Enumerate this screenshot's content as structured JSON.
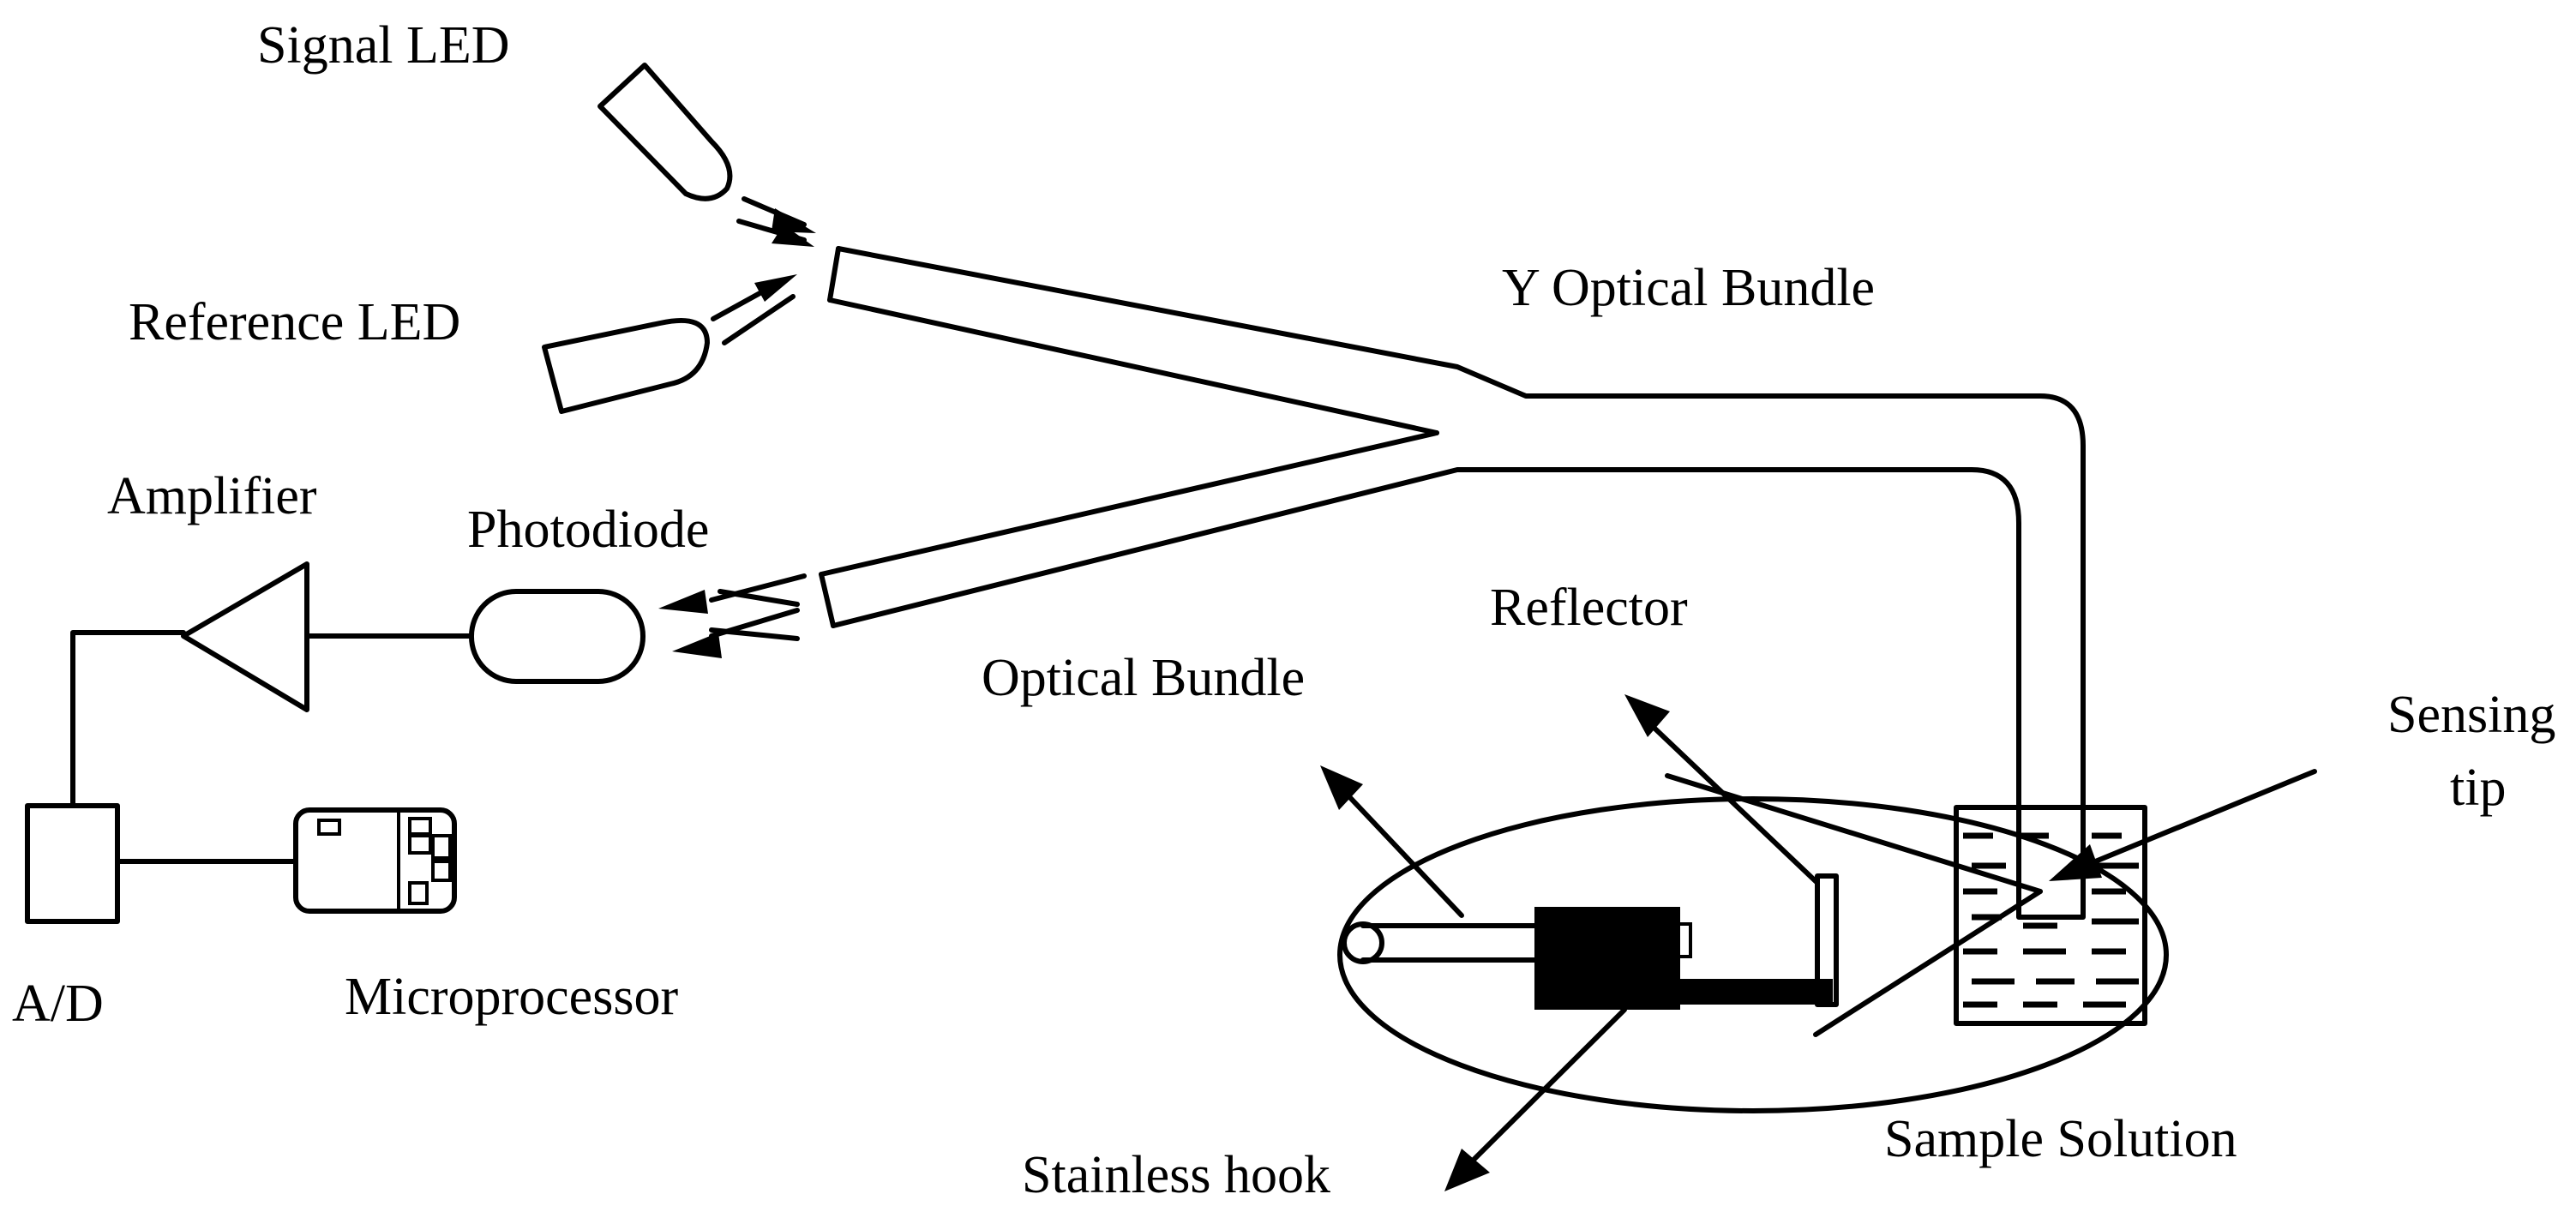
{
  "labels": {
    "signal_led": "Signal LED",
    "reference_led": "Reference LED",
    "y_optical_bundle": "Y Optical Bundle",
    "amplifier": "Amplifier",
    "photodiode": "Photodiode",
    "reflector": "Reflector",
    "optical_bundle": "Optical Bundle",
    "sensing_tip": [
      "Sensing",
      "tip"
    ],
    "ad": "A/D",
    "microprocessor": "Microprocessor",
    "sample_solution": "Sample Solution",
    "stainless_hook": "Stainless hook"
  },
  "colors": {
    "line": "#000000",
    "background": "#ffffff"
  }
}
